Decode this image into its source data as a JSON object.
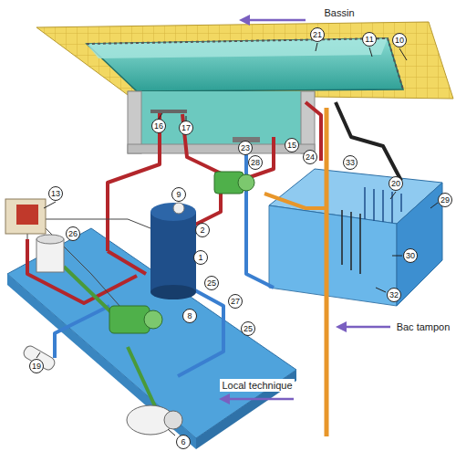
{
  "diagram": {
    "labels": [
      "Bassin",
      "21",
      "11",
      "10",
      "16",
      "17",
      "23",
      "15",
      "24",
      "33",
      "28",
      "20",
      "13",
      "9",
      "29",
      "2",
      "26",
      "30",
      "1",
      "25",
      "32",
      "27",
      "8",
      "Bac tampon",
      "25",
      "19",
      "Local technique",
      "6"
    ]
  }
}
